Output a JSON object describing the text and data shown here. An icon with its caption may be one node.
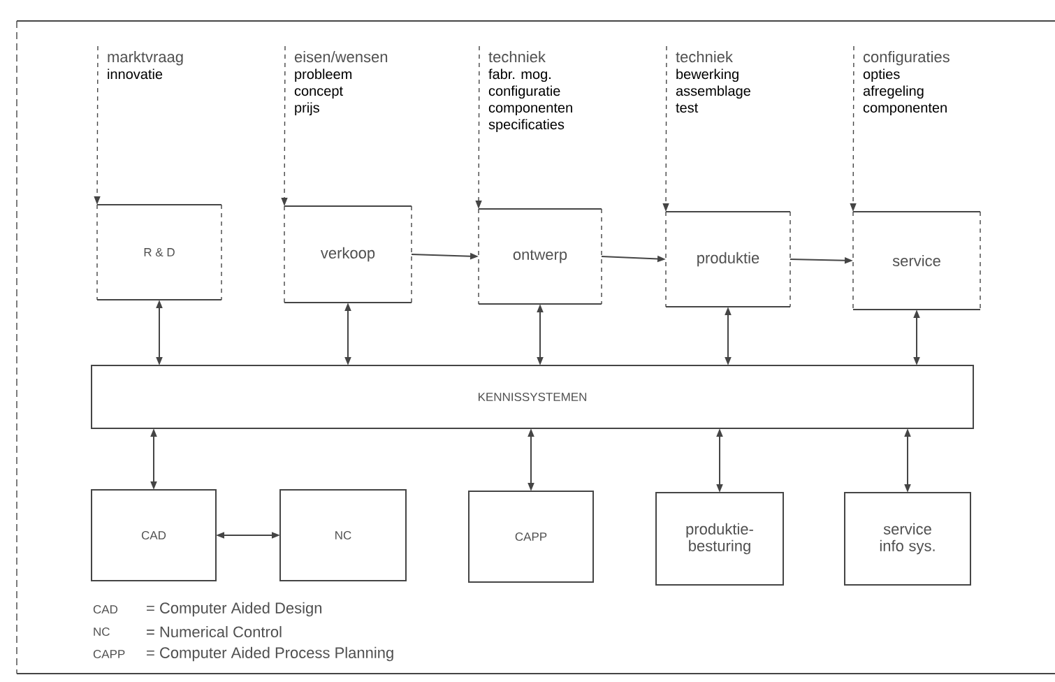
{
  "diagram": {
    "nodes": [
      {
        "text": [
          "R & D"
        ],
        "beside": [
          "marktvraag",
          "innovatie"
        ]
      },
      {
        "text": [
          "verkoop"
        ],
        "beside": [
          "eisen/wensen",
          "probleem",
          "concept",
          "prijs"
        ]
      },
      {
        "text": [
          "ontwerp"
        ],
        "beside": [
          "techniek",
          "fabr. mog.",
          "configuratie",
          "componenten",
          "specificaties"
        ]
      },
      {
        "text": [
          "produktie"
        ],
        "beside": [
          "techniek",
          "bewerking",
          "assemblage",
          "test"
        ]
      },
      {
        "text": [
          "service"
        ],
        "beside": [
          "configuraties",
          "opties",
          "afregeling",
          "componenten"
        ]
      },
      {
        "text": [
          "KENNISSYSTEMEN"
        ]
      },
      {
        "text": [
          "CAD"
        ]
      },
      {
        "text": [
          "NC"
        ]
      },
      {
        "text": [
          "CAPP"
        ]
      },
      {
        "text": [
          "produktie- besturing"
        ]
      },
      {
        "text": [
          "service info sys."
        ]
      }
    ],
    "edges": [
      {
        "from": null,
        "to": 0,
        "arrow": "to",
        "style": "dashed"
      },
      {
        "from": null,
        "to": 1,
        "arrow": "to",
        "style": "dashed"
      },
      {
        "from": null,
        "to": 2,
        "arrow": "to",
        "style": "dashed"
      },
      {
        "from": null,
        "to": 3,
        "arrow": "to",
        "style": "dashed"
      },
      {
        "from": null,
        "to": 4,
        "arrow": "to",
        "style": "dashed"
      },
      {
        "from": 1,
        "to": 2,
        "arrow": "to"
      },
      {
        "from": 2,
        "to": 3,
        "arrow": "to"
      },
      {
        "from": 3,
        "to": 4,
        "arrow": "to"
      },
      {
        "from": 0,
        "to": 5,
        "arrow": "both"
      },
      {
        "from": 1,
        "to": 5,
        "arrow": "both"
      },
      {
        "from": 2,
        "to": 5,
        "arrow": "both"
      },
      {
        "from": 3,
        "to": 5,
        "arrow": "both"
      },
      {
        "from": 4,
        "to": 5,
        "arrow": "both"
      },
      {
        "from": 5,
        "to": 6,
        "arrow": "both"
      },
      {
        "from": 6,
        "to": 7,
        "arrow": "both"
      },
      {
        "from": 5,
        "to": 8,
        "arrow": "both"
      },
      {
        "from": 5,
        "to": 9,
        "arrow": "both"
      },
      {
        "from": 5,
        "to": 10,
        "arrow": "both"
      }
    ],
    "labels": [
      "CAD",
      "= Computer Aided Design",
      "NC",
      "= Numerical Control",
      "CAPP",
      "= Computer Aided Process Planning"
    ]
  }
}
